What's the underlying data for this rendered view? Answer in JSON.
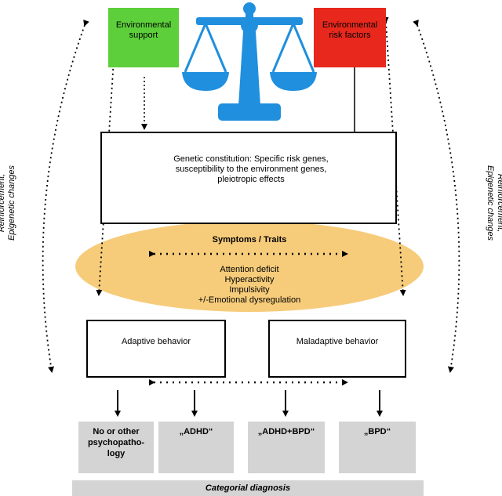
{
  "support": {
    "line1": "Environmental",
    "line2": "support",
    "color": "#5ccf3a"
  },
  "risk": {
    "line1": "Environmental",
    "line2": "risk factors",
    "color": "#e8281d"
  },
  "scale_color": "#1f8fde",
  "genetic": {
    "line1": "Genetic constitution: Specific risk genes,",
    "line2": "susceptibility to the environment genes,",
    "line3": "pleiotropic effects"
  },
  "dna_color": "#1f8fde",
  "traits": {
    "title": "Symptoms / Traits",
    "items": [
      "Attention deficit",
      "Hyperactivity",
      "Impulsivity",
      "+/-Emotional dysregulation"
    ],
    "color": "#f6cc7a"
  },
  "behavior": {
    "adaptive": "Adaptive behavior",
    "maladaptive": "Maladaptive behavior"
  },
  "diagnoses": [
    {
      "line1": "No or other",
      "line2": "psychopatho-",
      "line3": "logy"
    },
    {
      "line1": "„ADHD“",
      "line2": "",
      "line3": ""
    },
    {
      "line1": "„ADHD+BPD“",
      "line2": "",
      "line3": ""
    },
    {
      "line1": "„BPD“",
      "line2": "",
      "line3": ""
    }
  ],
  "footer": "Categorial diagnosis",
  "side_left": {
    "line1": "Reinforcement,",
    "line2": "Epigenetic changes"
  },
  "side_right": {
    "line1": "Reinforcement,",
    "line2": "Epigenetic changes"
  }
}
